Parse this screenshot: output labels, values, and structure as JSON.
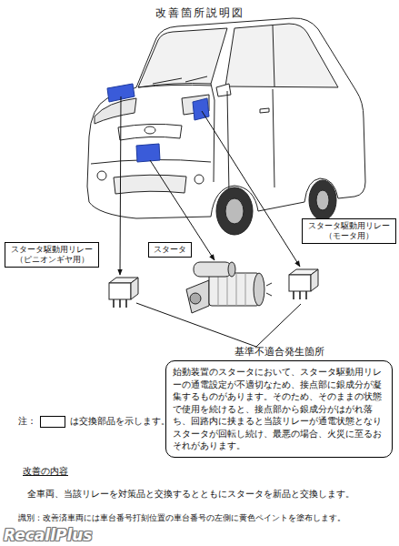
{
  "diagram": {
    "title": "改善箇所説明図",
    "nodes": [
      {
        "text": [
          "スタータ駆動用リレー （ピニオンギヤ用）"
        ]
      },
      {
        "text": [
          "スタータ"
        ]
      },
      {
        "text": [
          "スタータ駆動用リレー （モータ用）"
        ]
      },
      {
        "text": [
          "基準不適合発生箇所",
          "始動装置のスタータにおいて、スタータ駆動用リレーの通電設定が不適切なため、接点部に銀成分が凝集するものがあります。そのため、そのままの状態で使用を続けると、接点部から銀成分がはがれ落ち、回路内に挟まると当該リレーが通電状態となりスタータが回転し続け、最悪の場合、火災に至るおそれがあります。"
        ]
      }
    ],
    "labels": [
      "注：",
      "改善の内容",
      "全車両、当該リレーを対策品と交換するとともにスタータを新品と交換します。",
      "識別：改善済車両には車台番号打刻位置の車台番号の左側に黄色ペイントを塗布します。",
      "RecallPlus"
    ],
    "legend": [
      {
        "text": "は交換部品を示します。"
      }
    ]
  }
}
